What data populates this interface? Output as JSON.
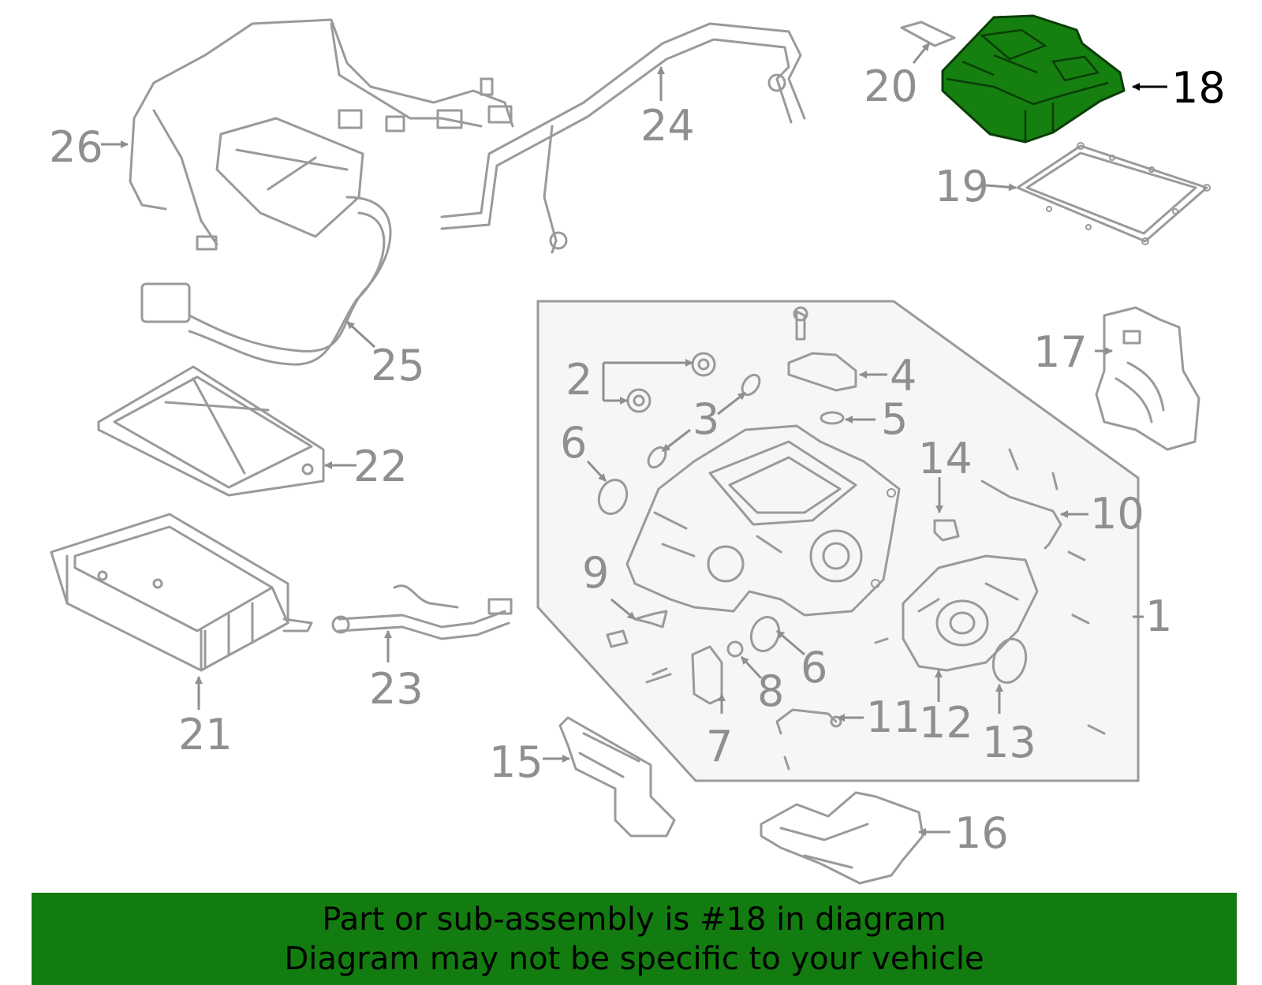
{
  "highlight": {
    "part_number": "18",
    "color": "#157f0f"
  },
  "colors": {
    "line": "#9a9a9a",
    "banner": "#137c10",
    "enclosure_fill": "#f6f6f6"
  },
  "callouts": {
    "c1": "1",
    "c2": "2",
    "c3": "3",
    "c4": "4",
    "c5": "5",
    "c6a": "6",
    "c6b": "6",
    "c7": "7",
    "c8": "8",
    "c9": "9",
    "c10": "10",
    "c11": "11",
    "c12": "12",
    "c13": "13",
    "c14": "14",
    "c15": "15",
    "c16": "16",
    "c17": "17",
    "c18": "18",
    "c19": "19",
    "c20": "20",
    "c21": "21",
    "c22": "22",
    "c23": "23",
    "c24": "24",
    "c25": "25",
    "c26": "26"
  },
  "banner": {
    "line1": "Part or sub-assembly is #18 in diagram",
    "line2": "Diagram may not be specific to your vehicle"
  }
}
